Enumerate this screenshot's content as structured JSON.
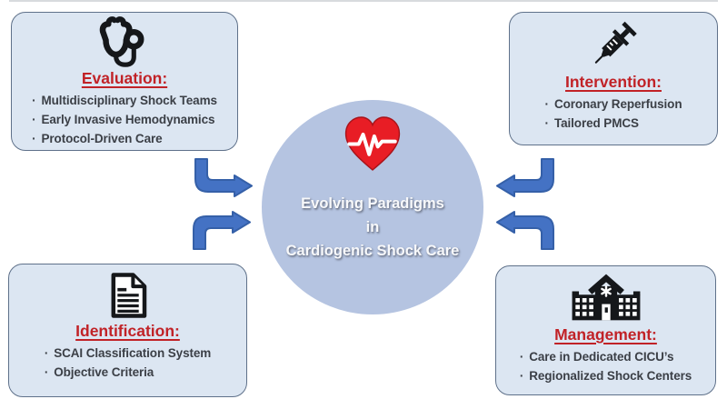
{
  "center": {
    "title_line1": "Evolving Paradigms",
    "title_line2": "in",
    "title_line3": "Cardiogenic Shock Care",
    "icon": "heart-pulse-icon"
  },
  "bullet_char": "·",
  "boxes": {
    "evaluation": {
      "title": "Evaluation:",
      "icon": "stethoscope-icon",
      "items": [
        "Multidisciplinary Shock Teams",
        "Early Invasive Hemodynamics",
        "Protocol-Driven Care"
      ]
    },
    "intervention": {
      "title": "Intervention:",
      "icon": "syringe-icon",
      "items": [
        "Coronary Reperfusion",
        "Tailored PMCS"
      ]
    },
    "identification": {
      "title": "Identification:",
      "icon": "document-icon",
      "items": [
        "SCAI Classification System",
        "Objective Criteria"
      ]
    },
    "management": {
      "title": "Management:",
      "icon": "hospital-icon",
      "items": [
        "Care in Dedicated CICU’s",
        "Regionalized Shock Centers"
      ]
    }
  },
  "colors": {
    "box_fill": "#dce6f2",
    "box_border": "#5f718a",
    "heading": "#c12227",
    "bullet_text": "#3b3f46",
    "circle_fill": "#b5c4e1",
    "center_text": "#f7f8fa",
    "arrow_fill": "#4472c4",
    "arrow_outline": "#3560a8",
    "heart": "#e81d25",
    "heart_outline": "#a8131a",
    "icon_ink": "#15171a"
  }
}
